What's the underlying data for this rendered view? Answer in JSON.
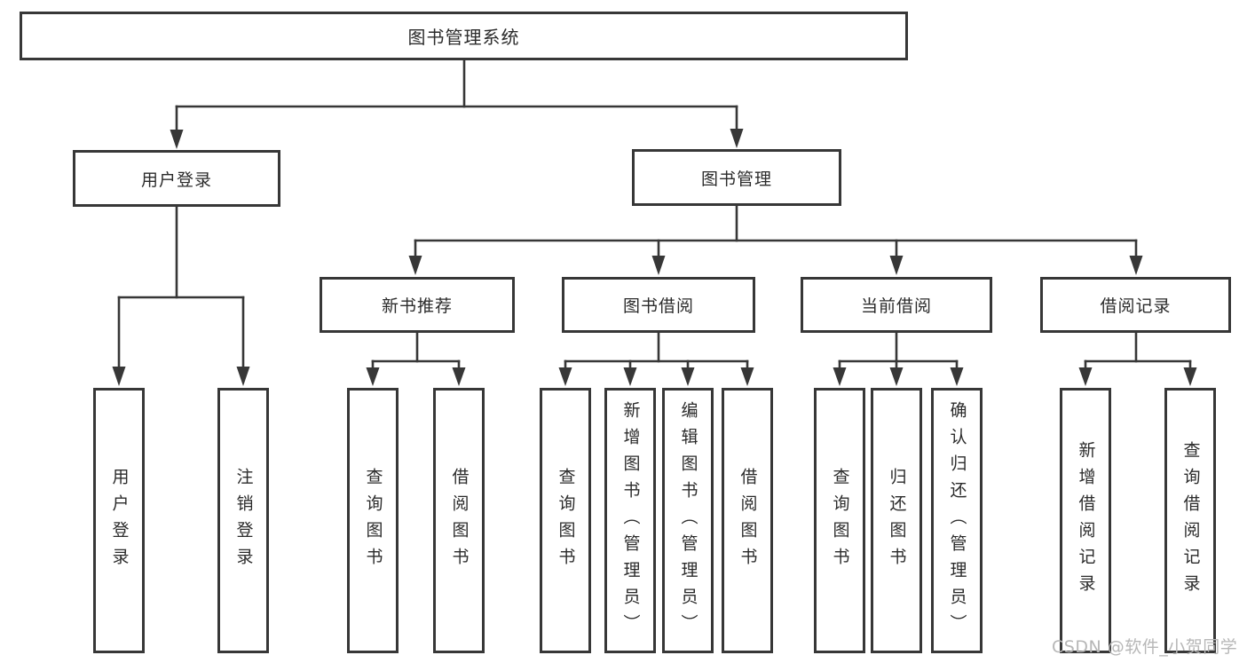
{
  "diagram": {
    "root": {
      "label": "图书管理系统"
    },
    "branches": [
      {
        "label": "用户登录",
        "children": [
          {
            "label": "用户登录"
          },
          {
            "label": "注销登录"
          }
        ]
      },
      {
        "label": "图书管理",
        "children": [
          {
            "label": "新书推荐",
            "children": [
              {
                "label": "查询图书"
              },
              {
                "label": "借阅图书"
              }
            ]
          },
          {
            "label": "图书借阅",
            "children": [
              {
                "label": "查询图书"
              },
              {
                "label": "新增图书（管理员）"
              },
              {
                "label": "编辑图书（管理员）"
              },
              {
                "label": "借阅图书"
              }
            ]
          },
          {
            "label": "当前借阅",
            "children": [
              {
                "label": "查询图书"
              },
              {
                "label": "归还图书"
              },
              {
                "label": "确认归还（管理员）"
              }
            ]
          },
          {
            "label": "借阅记录",
            "children": [
              {
                "label": "新增借阅记录"
              },
              {
                "label": "查询借阅记录"
              }
            ]
          }
        ]
      }
    ]
  },
  "watermark": {
    "text": "CSDN @软件_小贺同学",
    "color": "#b7b7b7"
  },
  "colors": {
    "line": "#373737",
    "box_border": "#373737",
    "box_fill": "#ffffff",
    "text": "#2b2b2b",
    "background": "#ffffff"
  }
}
